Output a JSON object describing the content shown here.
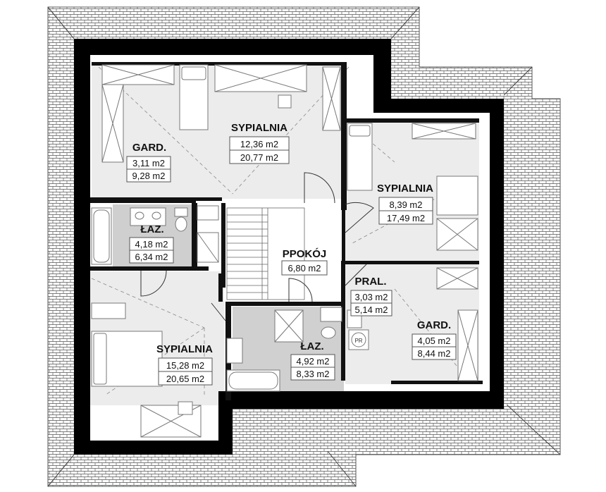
{
  "rooms": {
    "gard1": {
      "name": "GARD.",
      "area_usable": "3,11 m2",
      "area_total": "9,28 m2"
    },
    "bed1": {
      "name": "SYPIALNIA",
      "area_usable": "12,36 m2",
      "area_total": "20,77 m2"
    },
    "bed2": {
      "name": "SYPIALNIA",
      "area_usable": "8,39 m2",
      "area_total": "17,49 m2"
    },
    "bath1": {
      "name": "ŁAZ.",
      "area_usable": "4,18 m2",
      "area_total": "6,34 m2"
    },
    "hall": {
      "name": "PPOKÓJ",
      "area_usable": "6,80 m2"
    },
    "laundry": {
      "name": "PRAL.",
      "area_usable": "3,03 m2",
      "area_total": "5,14 m2"
    },
    "gard2": {
      "name": "GARD.",
      "area_usable": "4,05 m2",
      "area_total": "8,44 m2"
    },
    "bath2": {
      "name": "ŁAZ.",
      "area_usable": "4,92 m2",
      "area_total": "8,33 m2"
    },
    "bed3": {
      "name": "SYPIALNIA",
      "area_usable": "15,28 m2",
      "area_total": "20,65 m2"
    }
  },
  "appliances": {
    "washer_label": "PR"
  },
  "colors": {
    "wall": "#000000",
    "floor_light": "#e2e2e2",
    "floor_dark": "#cfcfcf",
    "roof_tile": "#555555"
  }
}
